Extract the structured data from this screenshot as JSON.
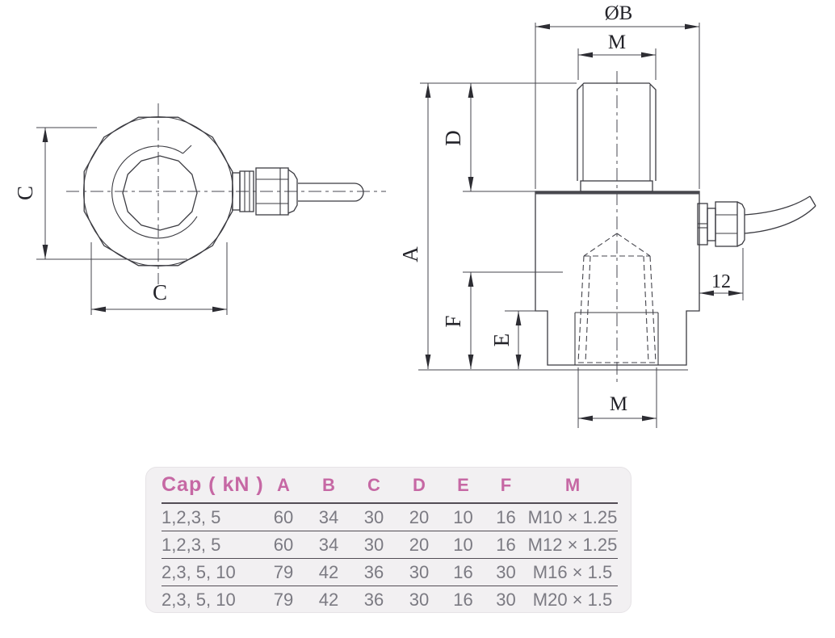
{
  "drawing": {
    "line_color": "#3b3b41",
    "front_view": {
      "dim_c_vertical": "C",
      "dim_c_horizontal": "C"
    },
    "side_view": {
      "dim_b": "ØB",
      "dim_m_top": "M",
      "dim_d": "D",
      "dim_a": "A",
      "dim_f": "F",
      "dim_e": "E",
      "dim_m_bottom": "M",
      "dim_gland": "12"
    }
  },
  "table": {
    "accent_color": "#c668a4",
    "headers": [
      "Cap ( kN )",
      "A",
      "B",
      "C",
      "D",
      "E",
      "F",
      "M"
    ],
    "rows": [
      [
        "1,2,3, 5",
        "60",
        "34",
        "30",
        "20",
        "10",
        "16",
        "M10 × 1.25"
      ],
      [
        "1,2,3, 5",
        "60",
        "34",
        "30",
        "20",
        "10",
        "16",
        "M12 × 1.25"
      ],
      [
        "2,3, 5, 10",
        "79",
        "42",
        "36",
        "30",
        "16",
        "30",
        "M16 × 1.5"
      ],
      [
        "2,3, 5, 10",
        "79",
        "42",
        "36",
        "30",
        "16",
        "30",
        "M20 × 1.5"
      ]
    ]
  }
}
